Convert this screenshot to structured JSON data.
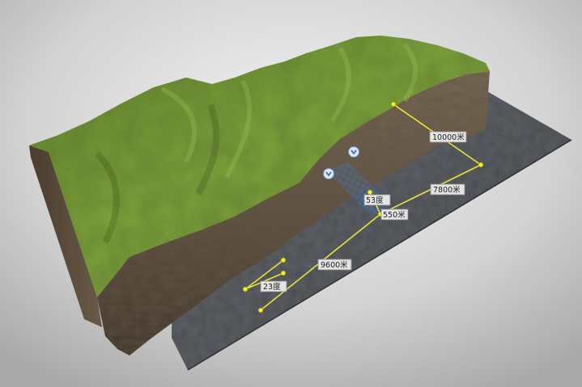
{
  "measurements": {
    "top_length": "10000米",
    "right_length": "7800米",
    "bottom_length": "9600米",
    "depth": "550米",
    "angle_upper": "53度",
    "angle_lower": "23度"
  },
  "colors": {
    "background": "#ffffff",
    "vignette": "#bdbdbd",
    "base_plane": "#5d6065",
    "grass_light": "#7ea23a",
    "grass_dark": "#3f5f1c",
    "rock_light": "#8f7d67",
    "rock_dark": "#3e3328",
    "measure_line": "#e8e23a",
    "grid_overlay": "#3a7fd6"
  },
  "icons": {
    "marker_a": "tunnel-marker-icon",
    "marker_b": "tunnel-marker-icon"
  }
}
